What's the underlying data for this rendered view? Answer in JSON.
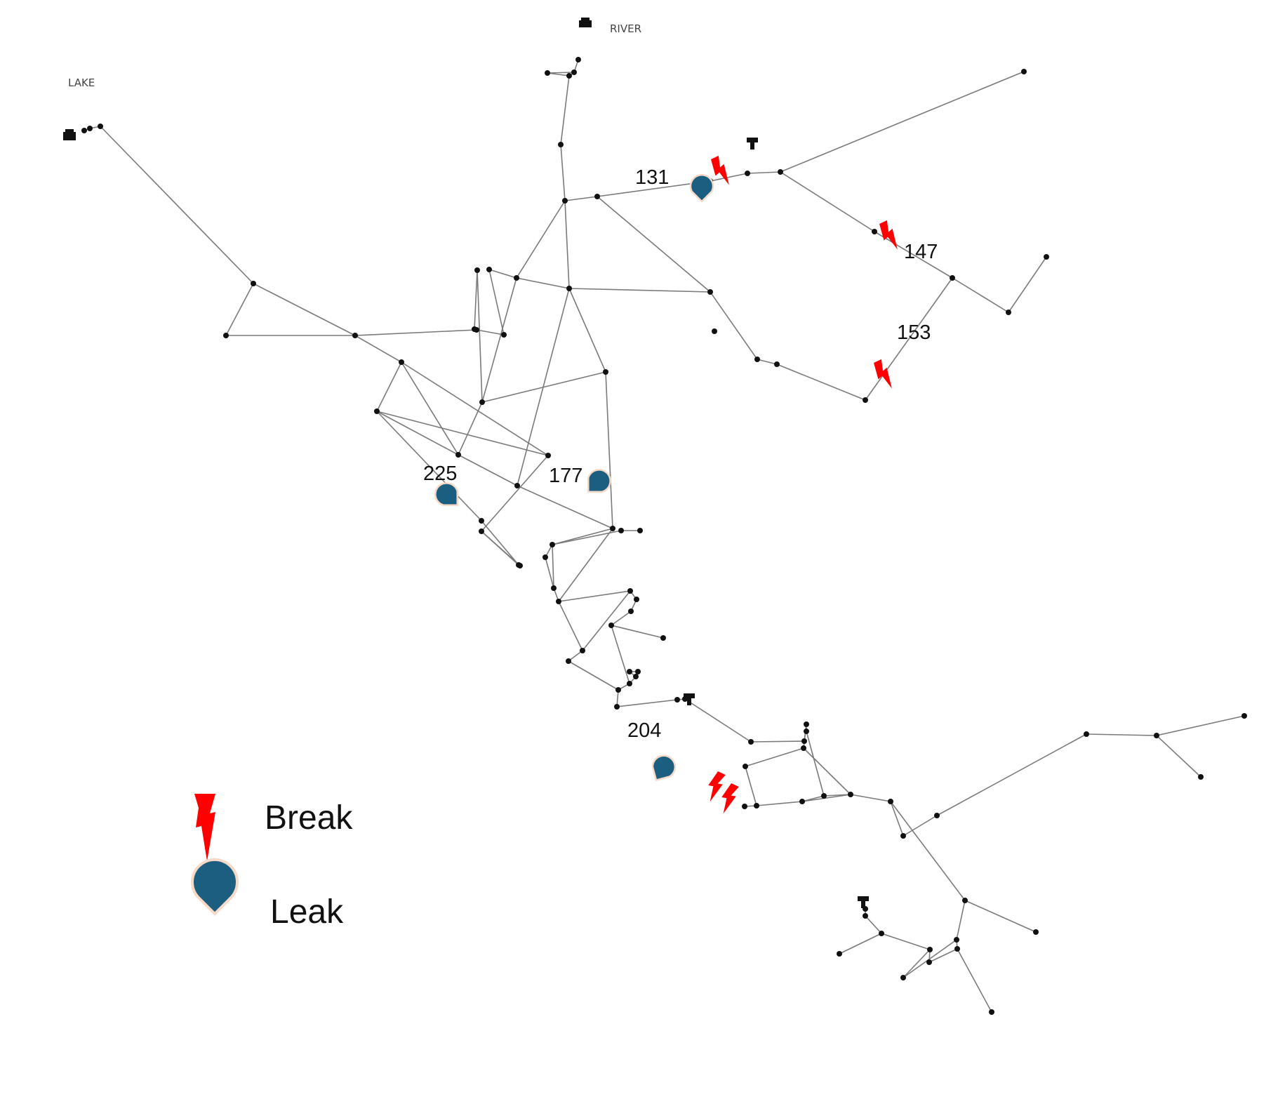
{
  "network": {
    "sources": [
      {
        "label": "LAKE",
        "icon": "reservoir-icon"
      },
      {
        "label": "RIVER",
        "icon": "reservoir-icon"
      }
    ],
    "tank_icon": "tank-icon",
    "node_color": "#111111",
    "pipe_color": "#7a7a7a"
  },
  "events": [
    {
      "pipe": "131",
      "type": "Break"
    },
    {
      "pipe": "131",
      "type": "Leak"
    },
    {
      "pipe": "147",
      "type": "Break"
    },
    {
      "pipe": "153",
      "type": "Break"
    },
    {
      "pipe": "177",
      "type": "Leak"
    },
    {
      "pipe": "204",
      "type": "Leak"
    },
    {
      "pipe": "204",
      "type": "Break"
    },
    {
      "pipe": "225",
      "type": "Leak"
    }
  ],
  "pipe_labels": [
    "131",
    "147",
    "153",
    "177",
    "204",
    "225"
  ],
  "legend": {
    "items": [
      {
        "label": "Break",
        "icon": "break-icon",
        "color": "#ff0000"
      },
      {
        "label": "Leak",
        "icon": "leak-icon",
        "color": "#1b5e80"
      }
    ]
  }
}
